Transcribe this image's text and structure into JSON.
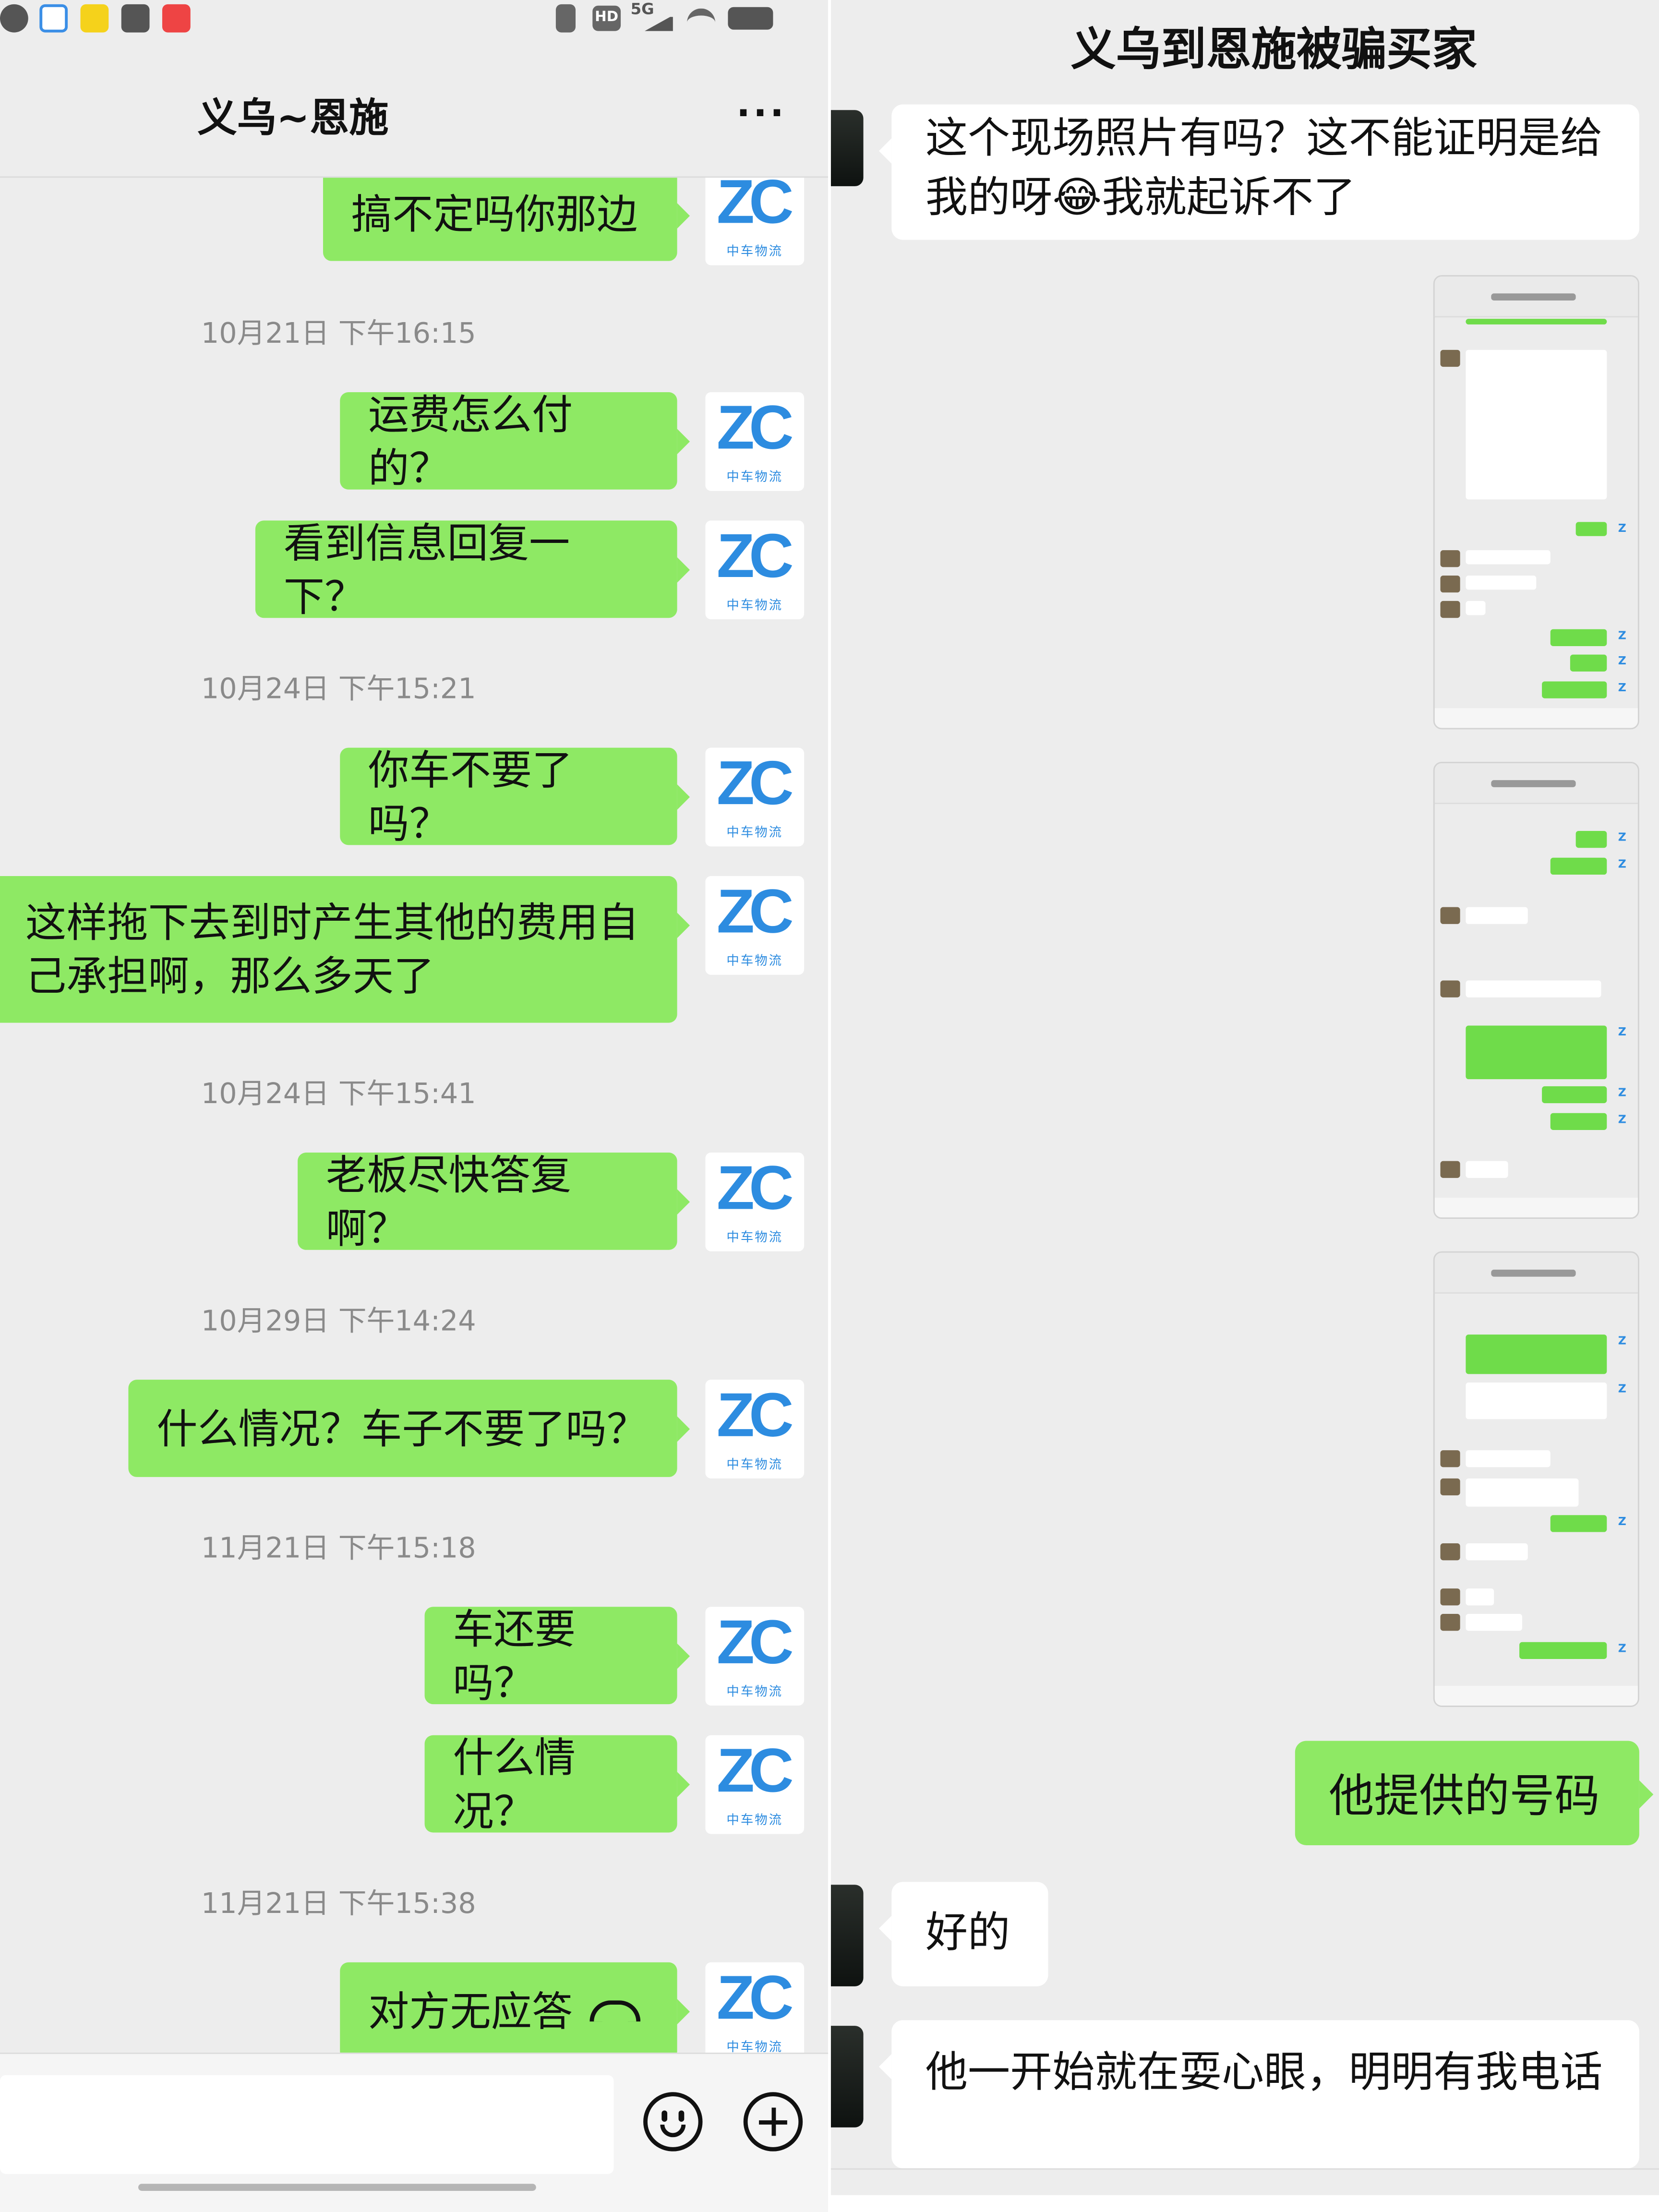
{
  "left_chat": {
    "title": "义乌~恩施",
    "more_label": "···",
    "avatar_logo": {
      "letters": "ZC",
      "caption": "中车物流"
    },
    "items": [
      {
        "type": "message",
        "text": "搞不定吗你那边"
      },
      {
        "type": "timestamp",
        "text": "10月21日 下午16:15"
      },
      {
        "type": "message",
        "text": "运费怎么付的？"
      },
      {
        "type": "message",
        "text": "看到信息回复一下？"
      },
      {
        "type": "timestamp",
        "text": "10月24日 下午15:21"
      },
      {
        "type": "message",
        "text": "你车不要了吗？"
      },
      {
        "type": "message",
        "text": "这样拖下去到时产生其他的费用自己承担啊，那么多天了"
      },
      {
        "type": "timestamp",
        "text": "10月24日 下午15:41"
      },
      {
        "type": "message",
        "text": "老板尽快答复啊？"
      },
      {
        "type": "timestamp",
        "text": "10月29日 下午14:24"
      },
      {
        "type": "message",
        "text": "什么情况？车子不要了吗？"
      },
      {
        "type": "timestamp",
        "text": "11月21日 下午15:18"
      },
      {
        "type": "message",
        "text": "车还要吗？"
      },
      {
        "type": "message",
        "text": "什么情况？"
      },
      {
        "type": "timestamp",
        "text": "11月21日 下午15:38"
      },
      {
        "type": "call",
        "text": "对方无应答",
        "icon": "phone-hangup-icon"
      }
    ],
    "input": {
      "value": "",
      "emoji_icon": "smiley-icon",
      "plus_icon": "plus-icon"
    },
    "status_bar": {
      "network": "5G",
      "hd": "HD"
    }
  },
  "right_chat": {
    "title": "义乌到恩施被骗买家",
    "messages": [
      {
        "side": "left",
        "type": "text",
        "text": "这个现场照片有吗？这不能证明是给我的呀😂我就起诉不了"
      },
      {
        "side": "right",
        "type": "image",
        "text": "chat-screenshot"
      },
      {
        "side": "right",
        "type": "image",
        "text": "chat-screenshot"
      },
      {
        "side": "right",
        "type": "image",
        "text": "chat-screenshot"
      },
      {
        "side": "right",
        "type": "text",
        "text": "他提供的号码"
      },
      {
        "side": "left",
        "type": "text",
        "text": "好的"
      },
      {
        "side": "left",
        "type": "text",
        "text": "他一开始就在耍心眼，明明有我电话"
      }
    ]
  },
  "colors": {
    "bubble_green": "#8ee964",
    "background": "#ededed",
    "logo_blue": "#2d8ce0"
  }
}
